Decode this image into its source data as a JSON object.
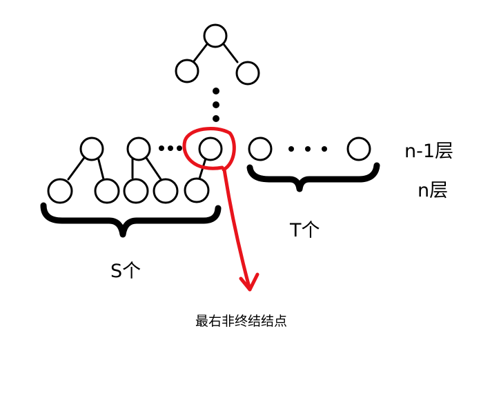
{
  "labels": {
    "level_n_minus_1": "n-1层",
    "level_n": "n层",
    "count_s": "S个",
    "count_t": "T个",
    "rightmost_nonterminal": "最右非终结结点"
  },
  "colors": {
    "ink": "#000000",
    "highlight": "#e8141c",
    "background": "#ffffff"
  }
}
